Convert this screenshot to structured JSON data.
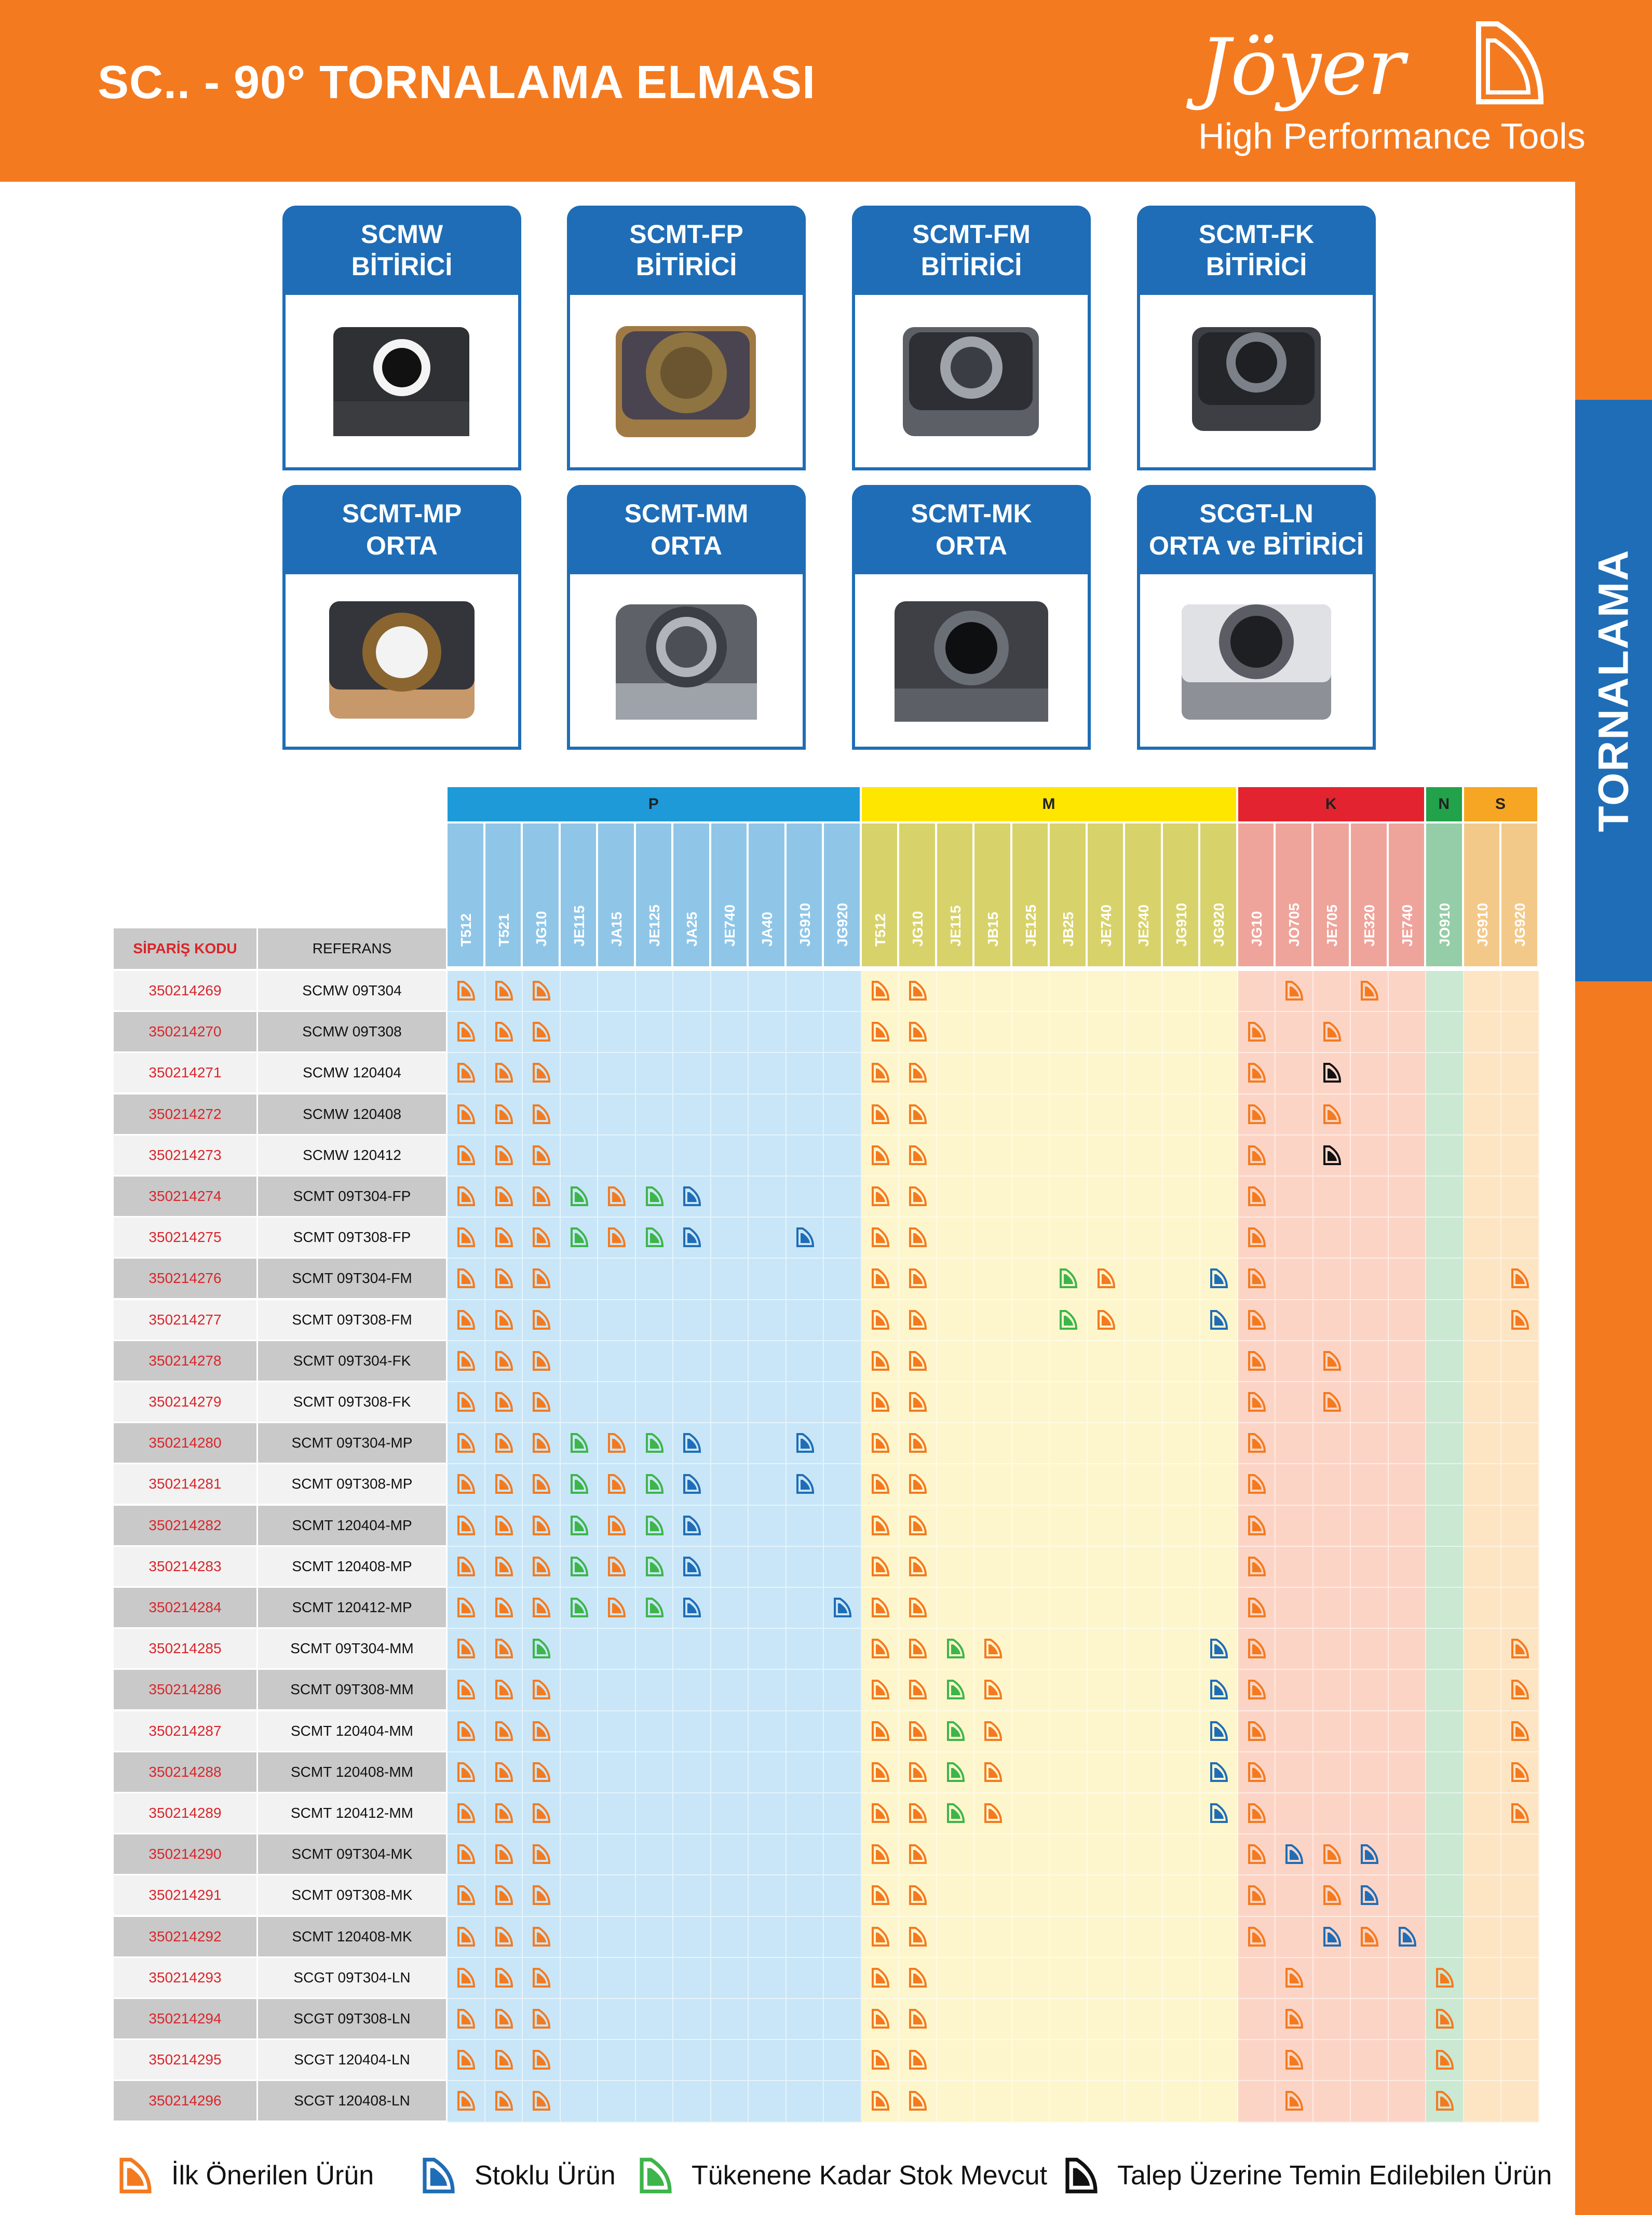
{
  "header": {
    "title": "SC.. - 90° TORNALAMA ELMASI",
    "brand": "Jöyer",
    "tagline": "High Performance Tools",
    "side_tab": "TORNALAMA"
  },
  "inserts": [
    {
      "name": "SCMW",
      "type": "BİTİRİCİ"
    },
    {
      "name": "SCMT-FP",
      "type": "BİTİRİCİ"
    },
    {
      "name": "SCMT-FM",
      "type": "BİTİRİCİ"
    },
    {
      "name": "SCMT-FK",
      "type": "BİTİRİCİ"
    },
    {
      "name": "SCMT-MP",
      "type": "ORTA"
    },
    {
      "name": "SCMT-MM",
      "type": "ORTA"
    },
    {
      "name": "SCMT-MK",
      "type": "ORTA"
    },
    {
      "name": "SCGT-LN",
      "type": "ORTA ve BİTİRİCİ"
    }
  ],
  "table": {
    "code_header": "SİPARİŞ KODU",
    "ref_header": "REFERANS",
    "groups": [
      {
        "label": "P",
        "start": 0,
        "count": 11,
        "header_color": "#1e9ad8",
        "col_color": "#8fc6e8",
        "cell_color": "#c8e6f7"
      },
      {
        "label": "M",
        "start": 11,
        "count": 10,
        "header_color": "#ffe600",
        "col_color": "#d8d26b",
        "cell_color": "#fdf6cc"
      },
      {
        "label": "K",
        "start": 21,
        "count": 5,
        "header_color": "#e3232f",
        "col_color": "#eea49b",
        "cell_color": "#fcd4c5"
      },
      {
        "label": "N",
        "start": 26,
        "count": 1,
        "header_color": "#22a24a",
        "col_color": "#94cda7",
        "cell_color": "#cae8d2"
      },
      {
        "label": "S",
        "start": 27,
        "count": 2,
        "header_color": "#f6a623",
        "col_color": "#f3c98a",
        "cell_color": "#fde5c4"
      }
    ],
    "columns": [
      "T512",
      "T521",
      "JG10",
      "JE115",
      "JA15",
      "JE125",
      "JA25",
      "JE740",
      "JA40",
      "JG910",
      "JG920",
      "T512",
      "JG10",
      "JE115",
      "JB15",
      "JE125",
      "JB25",
      "JE740",
      "JE240",
      "JG910",
      "JG920",
      "JG10",
      "JO705",
      "JE705",
      "JE320",
      "JE740",
      "JO910",
      "JG910",
      "JG920"
    ],
    "rows": [
      {
        "code": "350214269",
        "ref": "SCMW 09T304",
        "cells": "OOO........OO.........O.O....."
      },
      {
        "code": "350214270",
        "ref": "SCMW 09T308",
        "cells": "OOO........OO........O.O....."
      },
      {
        "code": "350214271",
        "ref": "SCMW 120404",
        "cells": "OOO........OO........O.K....."
      },
      {
        "code": "350214272",
        "ref": "SCMW 120408",
        "cells": "OOO........OO........O.O....."
      },
      {
        "code": "350214273",
        "ref": "SCMW 120412",
        "cells": "OOO........OO........O.K....."
      },
      {
        "code": "350214274",
        "ref": "SCMT 09T304-FP",
        "cells": "OOOGOGB....OO........O......."
      },
      {
        "code": "350214275",
        "ref": "SCMT 09T308-FP",
        "cells": "OOOGOGB..B.OO........O......."
      },
      {
        "code": "350214276",
        "ref": "SCMT 09T304-FM",
        "cells": "OOO........OO...GO..BO......O"
      },
      {
        "code": "350214277",
        "ref": "SCMT 09T308-FM",
        "cells": "OOO........OO...GO..BO......O"
      },
      {
        "code": "350214278",
        "ref": "SCMT 09T304-FK",
        "cells": "OOO........OO........O.O....."
      },
      {
        "code": "350214279",
        "ref": "SCMT 09T308-FK",
        "cells": "OOO........OO........O.O....."
      },
      {
        "code": "350214280",
        "ref": "SCMT 09T304-MP",
        "cells": "OOOGOGB..B.OO........O......."
      },
      {
        "code": "350214281",
        "ref": "SCMT 09T308-MP",
        "cells": "OOOGOGB..B.OO........O......."
      },
      {
        "code": "350214282",
        "ref": "SCMT 120404-MP",
        "cells": "OOOGOGB....OO........O......."
      },
      {
        "code": "350214283",
        "ref": "SCMT 120408-MP",
        "cells": "OOOGOGB....OO........O......."
      },
      {
        "code": "350214284",
        "ref": "SCMT 120412-MP",
        "cells": "OOOGOGB...BOO........O......."
      },
      {
        "code": "350214285",
        "ref": "SCMT 09T304-MM",
        "cells": "OOG........OOGO.....BO......O"
      },
      {
        "code": "350214286",
        "ref": "SCMT 09T308-MM",
        "cells": "OOO........OOGO.....BO......O"
      },
      {
        "code": "350214287",
        "ref": "SCMT 120404-MM",
        "cells": "OOO........OOGO.....BO......O"
      },
      {
        "code": "350214288",
        "ref": "SCMT 120408-MM",
        "cells": "OOO........OOGO.....BO......O"
      },
      {
        "code": "350214289",
        "ref": "SCMT 120412-MM",
        "cells": "OOO........OOGO.....BO......O"
      },
      {
        "code": "350214290",
        "ref": "SCMT 09T304-MK",
        "cells": "OOO........OO........OBOB...."
      },
      {
        "code": "350214291",
        "ref": "SCMT 09T308-MK",
        "cells": "OOO........OO........O.OB...."
      },
      {
        "code": "350214292",
        "ref": "SCMT 120408-MK",
        "cells": "OOO........OO........O.BOB..."
      },
      {
        "code": "350214293",
        "ref": "SCGT 09T304-LN",
        "cells": "OOO........OO.........O...O.."
      },
      {
        "code": "350214294",
        "ref": "SCGT 09T308-LN",
        "cells": "OOO........OO.........O...O.."
      },
      {
        "code": "350214295",
        "ref": "SCGT 120404-LN",
        "cells": "OOO........OO.........O...O.."
      },
      {
        "code": "350214296",
        "ref": "SCGT 120408-LN",
        "cells": "OOO........OO.........O...O.."
      }
    ]
  },
  "mark_colors": {
    "O": "#f47a20",
    "B": "#1f6db6",
    "G": "#3db54a",
    "K": "#111111"
  },
  "legend": [
    {
      "key": "O",
      "icon": "orange-insert-icon",
      "label": "İlk Önerilen Ürün"
    },
    {
      "key": "B",
      "icon": "blue-insert-icon",
      "label": "Stoklu Ürün"
    },
    {
      "key": "G",
      "icon": "green-insert-icon",
      "label": "Tükenene Kadar Stok Mevcut"
    },
    {
      "key": "K",
      "icon": "black-insert-icon",
      "label": "Talep Üzerine Temin Edilebilen Ürün"
    }
  ]
}
